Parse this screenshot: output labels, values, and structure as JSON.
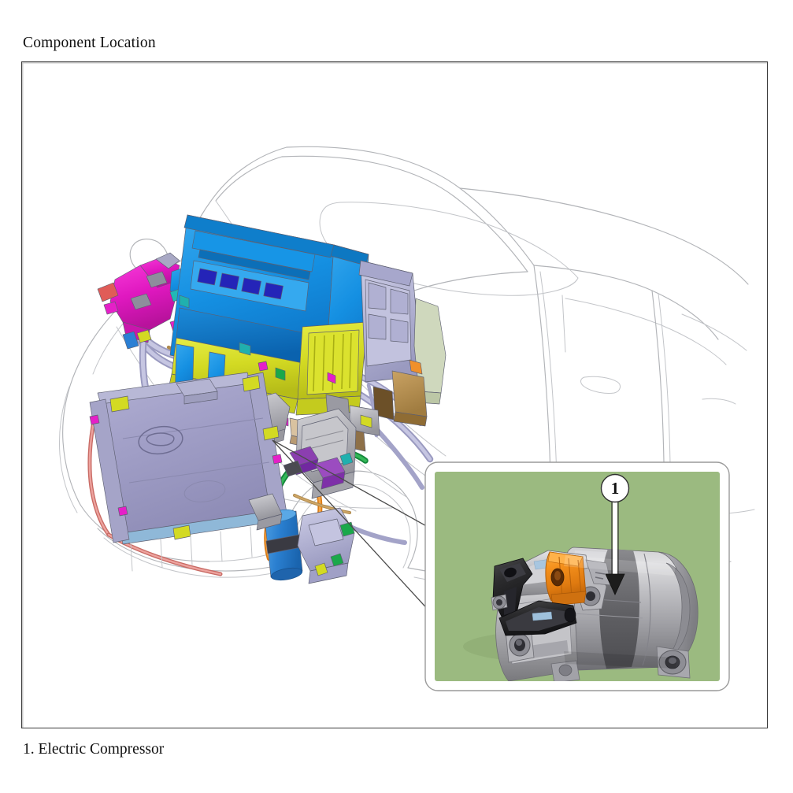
{
  "page": {
    "title": "Component Location",
    "background_color": "#ffffff",
    "frame": {
      "border_color": "#3a3a3a",
      "fill_color": "#ffffff"
    }
  },
  "caption": {
    "items": [
      {
        "number": "1.",
        "text": "1. Electric Compressor",
        "label": "Electric Compressor"
      }
    ]
  },
  "illustration": {
    "type": "exploded-component-location-diagram",
    "subject": "Vehicle front-end HVAC / air conditioning refrigerant system",
    "vehicle": {
      "style": "light gray line art outline",
      "view": "front three-quarter left side",
      "line_color": "#b2b4b8",
      "features": [
        "hood",
        "windshield",
        "sunroof",
        "front door",
        "rear door",
        "side mirror",
        "front wheel arch",
        "front bumper"
      ]
    },
    "components": [
      {
        "name": "hvac-blower-and-evaporator-case",
        "label": "HVAC unit / heater-evaporator case",
        "colors": [
          "#1a8fe0",
          "#0f79cf",
          "#d7dd2a",
          "#c9cf24",
          "#b8b9da"
        ]
      },
      {
        "name": "condenser-radiator-assembly",
        "label": "Condenser and radiator assembly",
        "colors": [
          "#a3a2c8",
          "#9594bd",
          "#8fb8d8"
        ],
        "marking": "Hyundai logo"
      },
      {
        "name": "electric-compressor-in-diagram",
        "label": "Electric compressor",
        "colors": [
          "#b9b9bd",
          "#9a9aa0",
          "#8b3fb0",
          "#7a2fa0"
        ]
      },
      {
        "name": "expansion-valve-block",
        "label": "Expansion valve / manifold block",
        "colors": [
          "#e520c8",
          "#cf16b0"
        ]
      },
      {
        "name": "accumulator-receiver-drier",
        "label": "Accumulator / receiver drier",
        "colors": [
          "#2b7fd4",
          "#1f6bbd"
        ]
      },
      {
        "name": "refrigerant-pipe-lines",
        "label": "Refrigerant pipes and hoses",
        "colors": [
          "#b8b9da",
          "#e08a86",
          "#b08a4e",
          "#20b0ae",
          "#1aa84a",
          "#f0902a"
        ]
      }
    ],
    "callout": {
      "number": "1",
      "shape": "circle-with-down-arrow",
      "circle_fill": "#ffffff",
      "circle_stroke": "#303030",
      "arrow_color": "#1c1c1c"
    },
    "inset": {
      "name": "electric-compressor-photo",
      "background_color": "#9bba80",
      "border_color": "#ffffff",
      "outline_color": "#9a9a9a",
      "subject": "Electric A/C compressor photograph",
      "photo_parts": [
        {
          "name": "aluminum-housing",
          "color": "#b3b3b5"
        },
        {
          "name": "orange-high-voltage-connector",
          "color": "#ef8a16"
        },
        {
          "name": "black-electrical-connector",
          "color": "#242424"
        },
        {
          "name": "dark-gray-motor-band",
          "color": "#6e6e70"
        },
        {
          "name": "mounting-boss",
          "color": "#8e8e90"
        }
      ]
    },
    "leader_lines": {
      "count": 2,
      "color": "#4a4a4a",
      "from": "electric compressor in engine bay",
      "to": "inset photo upper-left corner"
    }
  }
}
